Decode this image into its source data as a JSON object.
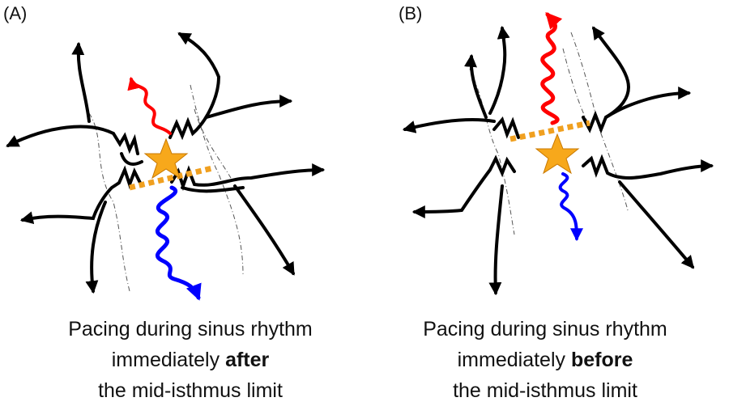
{
  "panels": [
    {
      "label": "(A)",
      "caption_line1": "Pacing during sinus rhythm",
      "caption_line2_prefix": "immediately ",
      "caption_line2_bold": "after",
      "caption_line3": "the mid-isthmus limit"
    },
    {
      "label": "(B)",
      "caption_line1": "Pacing during sinus rhythm",
      "caption_line2_prefix": "immediately ",
      "caption_line2_bold": "before",
      "caption_line3": "the mid-isthmus limit"
    }
  ],
  "colors": {
    "wavefront_black": "#000000",
    "wavefront_red": "#ff0000",
    "wavefront_blue": "#0000ff",
    "isthmus_line": "#f0a020",
    "pacing_star": "#f7a81b",
    "boundary": "#555555"
  },
  "icons": {
    "pacing_site": "star-icon"
  }
}
